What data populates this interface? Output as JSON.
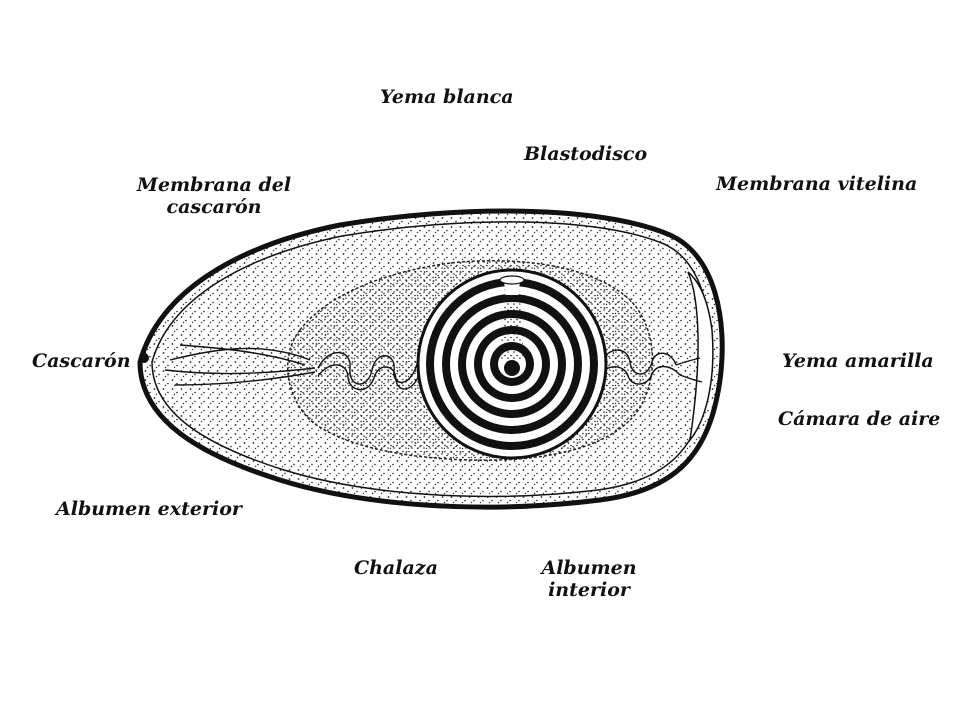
{
  "labels": {
    "yema_blanca": "Yema blanca",
    "blastodisco": "Blastodisco",
    "membrana_cascaron_1": "Membrana del",
    "membrana_cascaron_2": "cascarón",
    "membrana_vitelina": "Membrana vitelina",
    "cascaron": "Cascarón",
    "yema_amarilla": "Yema amarilla",
    "camara_aire": "Cámara de aire",
    "albumen_exterior": "Albumen exterior",
    "chalaza": "Chalaza",
    "albumen_interior_1": "Albumen",
    "albumen_interior_2": "interior"
  },
  "colors": {
    "ink": "#111111",
    "background": "#ffffff"
  }
}
